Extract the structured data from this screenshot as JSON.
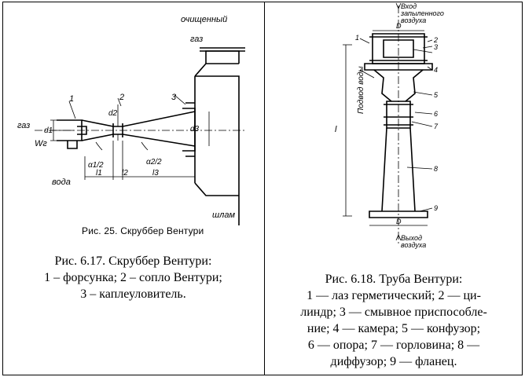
{
  "left_figure": {
    "inner_caption": "Рис. 25. Скруббер Вентури",
    "labels": {
      "gas_in": "газ",
      "w_g": "Wг",
      "water": "вода",
      "clean_gas_1": "очищенный",
      "clean_gas_2": "газ",
      "sludge": "шлам",
      "n1": "1",
      "n2": "2",
      "n3": "3",
      "d1": "d1",
      "d2": "d2",
      "d3": "d3",
      "alpha1": "α1/2",
      "alpha2": "α2/2",
      "l1": "l1",
      "l2": "l2",
      "l3": "l3"
    },
    "caption_lines": [
      "Рис. 6.17. Скруббер Вентури:",
      "1 – форсунка; 2 – сопло Вентури;",
      "3 – каплеуловитель."
    ]
  },
  "right_figure": {
    "labels": {
      "inlet_1": "Вход",
      "inlet_2": "запыленного",
      "inlet_3": "воздуха",
      "outlet_1": "Выход",
      "outlet_2": "воздуха",
      "water_supply": "Подвод воды",
      "length": "l",
      "d_top": "D",
      "d_bottom": "D",
      "n1": "1",
      "n2": "2",
      "n3": "3",
      "n4": "4",
      "n5": "5",
      "n6": "6",
      "n7": "7",
      "n8": "8",
      "n9": "9"
    },
    "caption_lines": [
      "Рис. 6.18. Труба Вентури:",
      "1 — лаз герметический; 2 — ци-",
      "линдр; 3 — смывное приспособле-",
      "ние; 4 — камера; 5 — конфузор;",
      "6 — опора; 7 — горловина; 8 —",
      "диффузор; 9 — фланец."
    ]
  }
}
